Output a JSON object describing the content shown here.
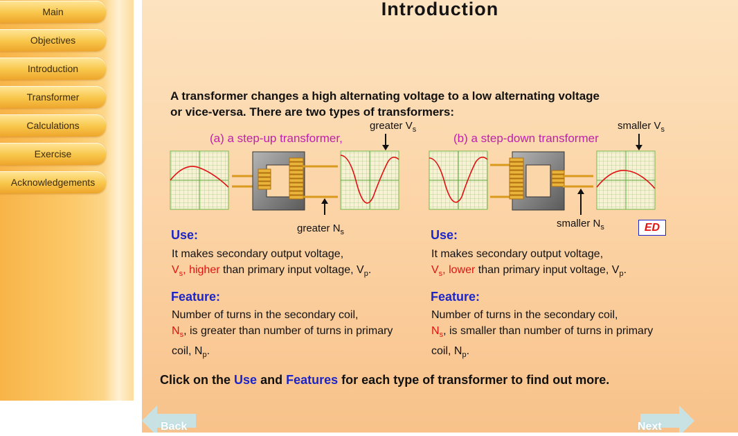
{
  "sidebar": {
    "items": [
      {
        "label": "Main"
      },
      {
        "label": "Objectives"
      },
      {
        "label": "Introduction"
      },
      {
        "label": "Transformer"
      },
      {
        "label": "Calculations"
      },
      {
        "label": "Exercise"
      },
      {
        "label": "Acknowledgements"
      }
    ]
  },
  "page": {
    "title": "Introduction",
    "intro_line1": "A transformer changes a high alternating voltage to a low alternating voltage",
    "intro_line2": "or vice-versa. There are two types of transformers:"
  },
  "step_up": {
    "label": "(a) a step-up transformer,",
    "top_arrow_text": "greater V",
    "top_arrow_sub": "s",
    "bottom_arrow_text": "greater N",
    "bottom_arrow_sub": "s",
    "use_heading": "Use:",
    "use_line1": "It makes secondary output voltage,",
    "use_vs": "V",
    "use_vs_sub": "s",
    "use_comma": ",",
    "use_keyword": "higher",
    "use_rest": "than primary input voltage, V",
    "use_vp_sub": "p",
    "use_end": ".",
    "feature_heading": "Feature:",
    "feature_line1": "Number of turns in the secondary coil,",
    "feature_ns": "N",
    "feature_ns_sub": "s",
    "feature_rest": ", is greater than number of turns in primary",
    "feature_line3": "coil, N",
    "feature_np_sub": "p",
    "feature_end": "."
  },
  "step_down": {
    "label": "(b) a step-down transformer",
    "top_arrow_text": "smaller V",
    "top_arrow_sub": "s",
    "bottom_arrow_text": "smaller N",
    "bottom_arrow_sub": "s",
    "use_heading": "Use:",
    "use_line1": "It makes secondary output voltage,",
    "use_vs": "V",
    "use_vs_sub": "s",
    "use_comma": ",",
    "use_keyword": "lower",
    "use_rest": "than primary input voltage, V",
    "use_vp_sub": "p",
    "use_end": ".",
    "feature_heading": "Feature:",
    "feature_line1": "Number of turns in the secondary coil,",
    "feature_ns": "N",
    "feature_ns_sub": "s",
    "feature_rest": ", is smaller than number of turns in primary",
    "feature_line3": "coil, N",
    "feature_np_sub": "p",
    "feature_end": "."
  },
  "logo_text": "ED",
  "cta": {
    "part1": "Click on the",
    "use": "Use",
    "and": "and",
    "features": "Features",
    "part2": "for each type of transformer to find out more."
  },
  "nav": {
    "back": "Back",
    "next": "Next"
  },
  "colors": {
    "heading_blue": "#1c26c8",
    "label_magenta": "#c21fae",
    "keyword_red": "#e0140f",
    "grid_green": "#7fc45a",
    "coil_gold": "#d99a1e"
  }
}
